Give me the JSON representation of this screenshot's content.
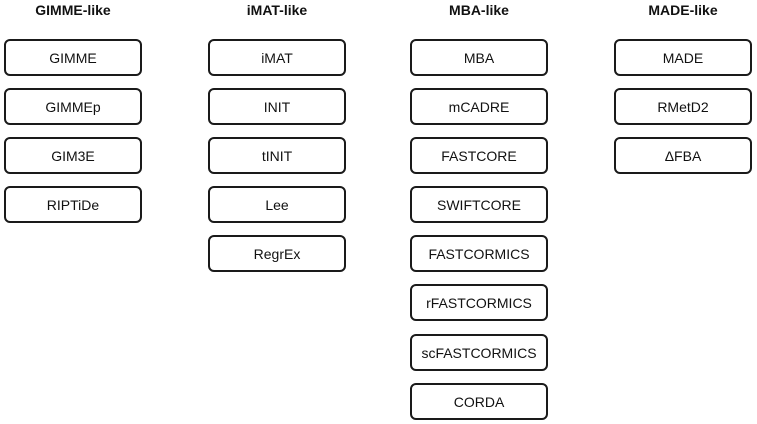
{
  "columns": [
    {
      "title": "GIMME-like",
      "items": [
        "GIMME",
        "GIMMEp",
        "GIM3E",
        "RIPTiDe"
      ]
    },
    {
      "title": "iMAT-like",
      "items": [
        "iMAT",
        "INIT",
        "tINIT",
        "Lee",
        "RegrEx"
      ]
    },
    {
      "title": "MBA-like",
      "items": [
        "MBA",
        "mCADRE",
        "FASTCORE",
        "SWIFTCORE",
        "FASTCORMICS",
        "rFASTCORMICS",
        "scFASTCORMICS",
        "CORDA"
      ]
    },
    {
      "title": "MADE-like",
      "items": [
        "MADE",
        "RMetD2",
        "ΔFBA"
      ]
    }
  ]
}
